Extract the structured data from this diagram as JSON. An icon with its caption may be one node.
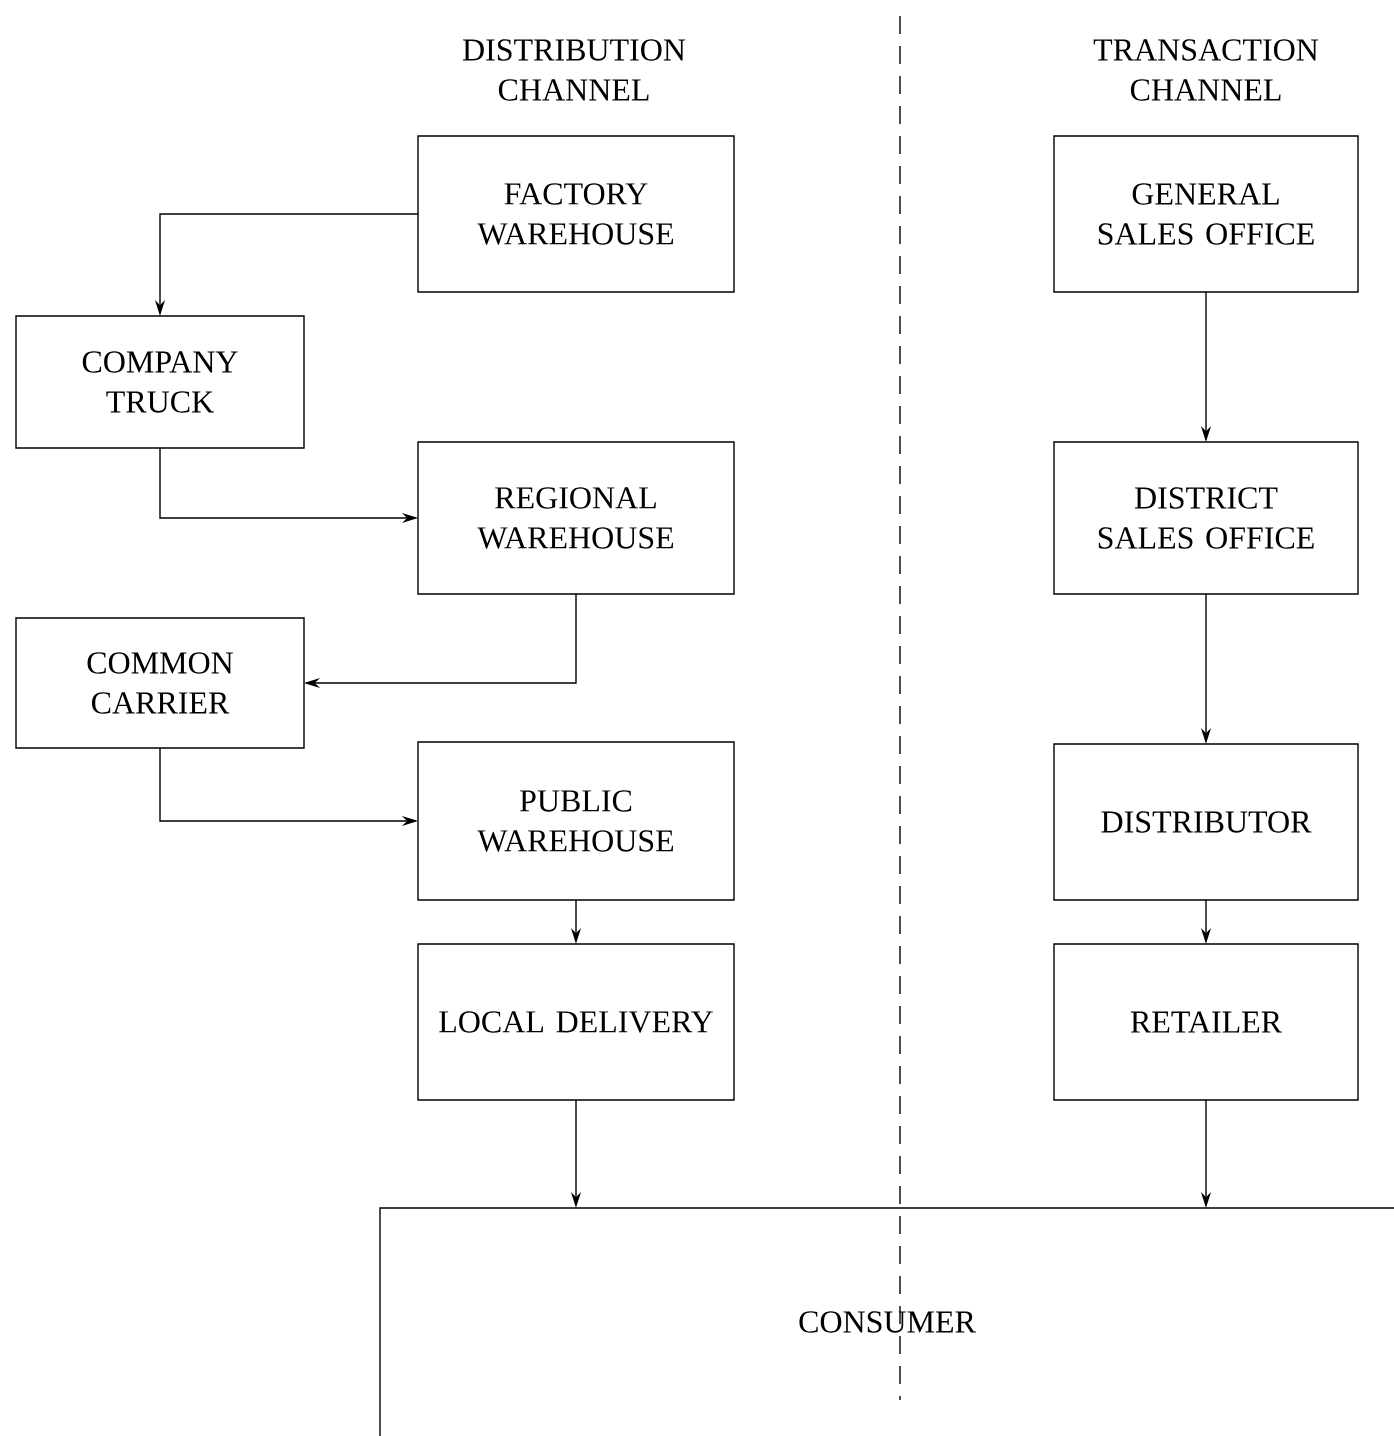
{
  "diagram": {
    "nodes": [
      {
        "text": [
          "FACTORY WAREHOUSE"
        ]
      },
      {
        "text": [
          "COMPANY TRUCK"
        ]
      },
      {
        "text": [
          "REGIONAL WAREHOUSE"
        ]
      },
      {
        "text": [
          "COMMON CARRIER"
        ]
      },
      {
        "text": [
          "PUBLIC WAREHOUSE"
        ]
      },
      {
        "text": [
          "LOCAL DELIVERY"
        ]
      },
      {
        "text": [
          "GENERAL SALES OFFICE"
        ]
      },
      {
        "text": [
          "DISTRICT SALES OFFICE"
        ]
      },
      {
        "text": [
          "DISTRIBUTOR"
        ]
      },
      {
        "text": [
          "RETAILER"
        ]
      },
      {
        "text": [
          "CONSUMER"
        ]
      }
    ],
    "edges": [
      {
        "from": 0,
        "to": 1,
        "arrow": "to"
      },
      {
        "from": 1,
        "to": 2,
        "arrow": "to"
      },
      {
        "from": 2,
        "to": 3,
        "arrow": "to"
      },
      {
        "from": 3,
        "to": 4,
        "arrow": "to"
      },
      {
        "from": 4,
        "to": 5,
        "arrow": "to"
      },
      {
        "from": 5,
        "to": 10,
        "arrow": "to"
      },
      {
        "from": 6,
        "to": 7,
        "arrow": "to"
      },
      {
        "from": 7,
        "to": 8,
        "arrow": "to"
      },
      {
        "from": 8,
        "to": 9,
        "arrow": "to"
      },
      {
        "from": 9,
        "to": 10,
        "arrow": "to"
      }
    ],
    "labels": [
      "DISTRIBUTION CHANNEL",
      "TRANSACTION CHANNEL"
    ]
  }
}
